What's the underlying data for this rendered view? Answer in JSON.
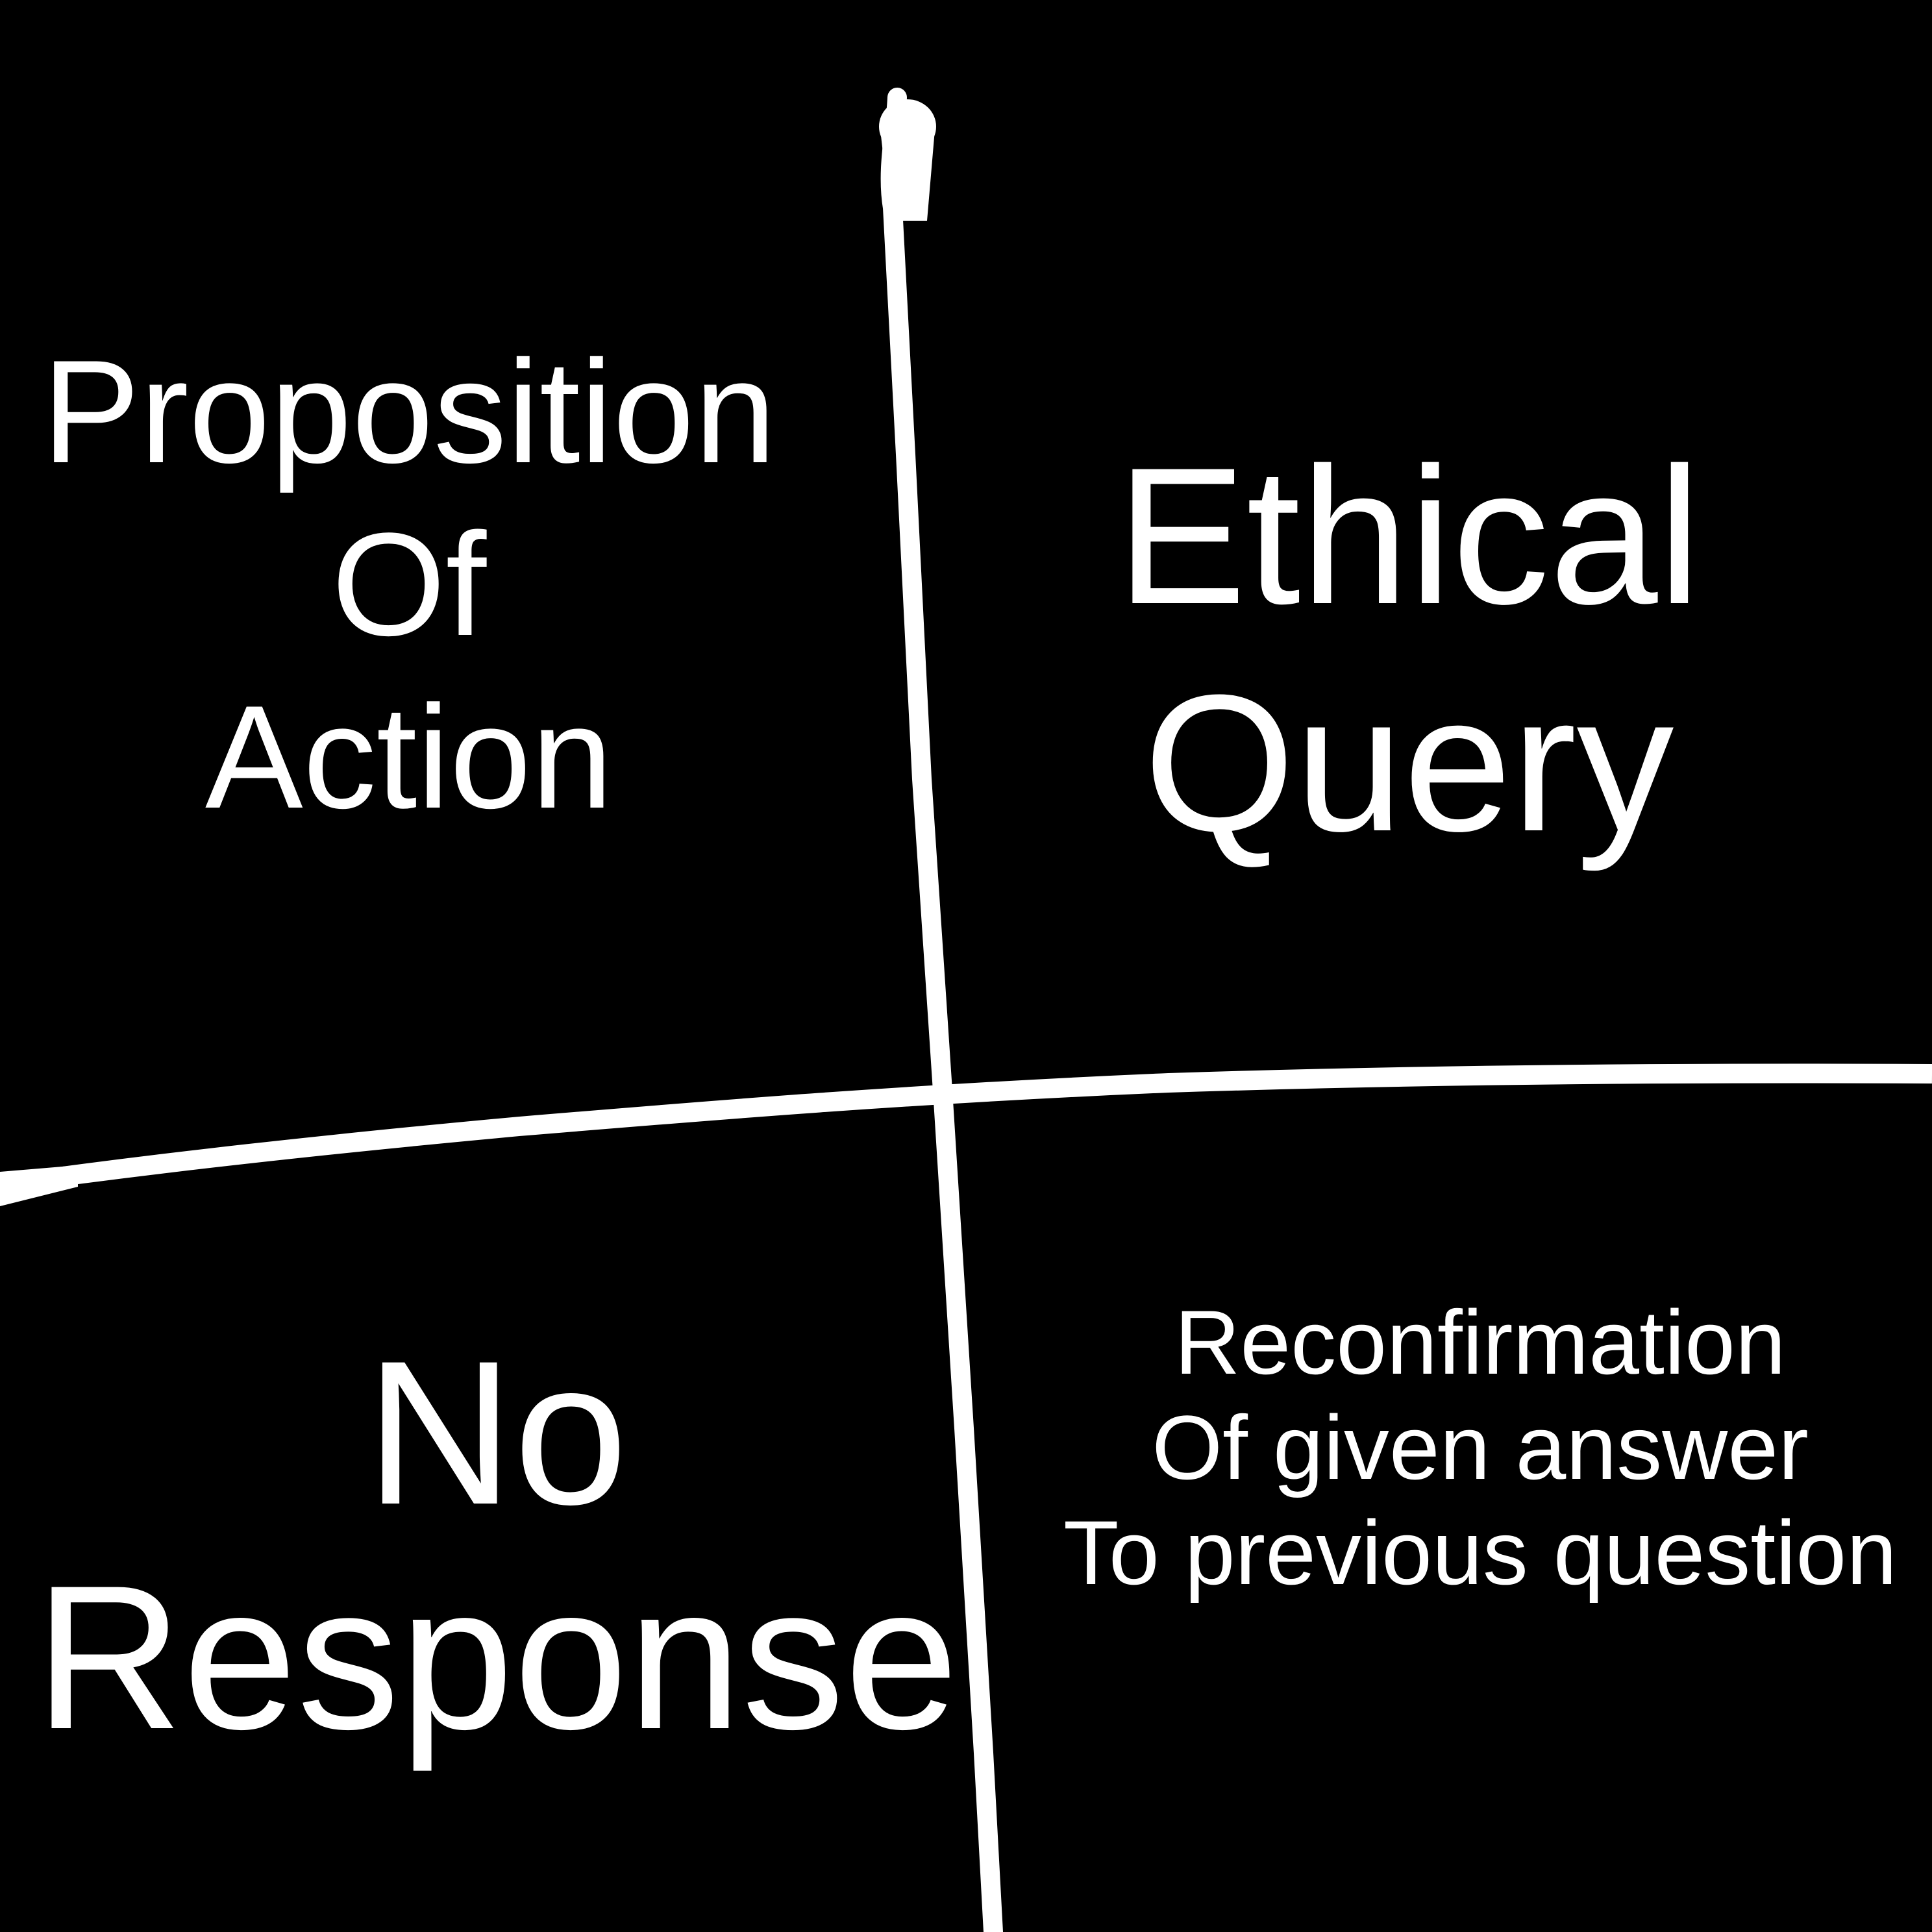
{
  "colors": {
    "background": "#000000",
    "foreground": "#ffffff"
  },
  "quadrants": {
    "top_left": {
      "lines": [
        "Proposition",
        "Of",
        "Action"
      ]
    },
    "top_right": {
      "lines": [
        "Ethical",
        "Query"
      ]
    },
    "bottom_left": {
      "lines": [
        "No",
        "Response"
      ]
    },
    "bottom_right": {
      "lines": [
        "Reconfirmation",
        "Of given answer",
        "To previous question"
      ]
    }
  }
}
